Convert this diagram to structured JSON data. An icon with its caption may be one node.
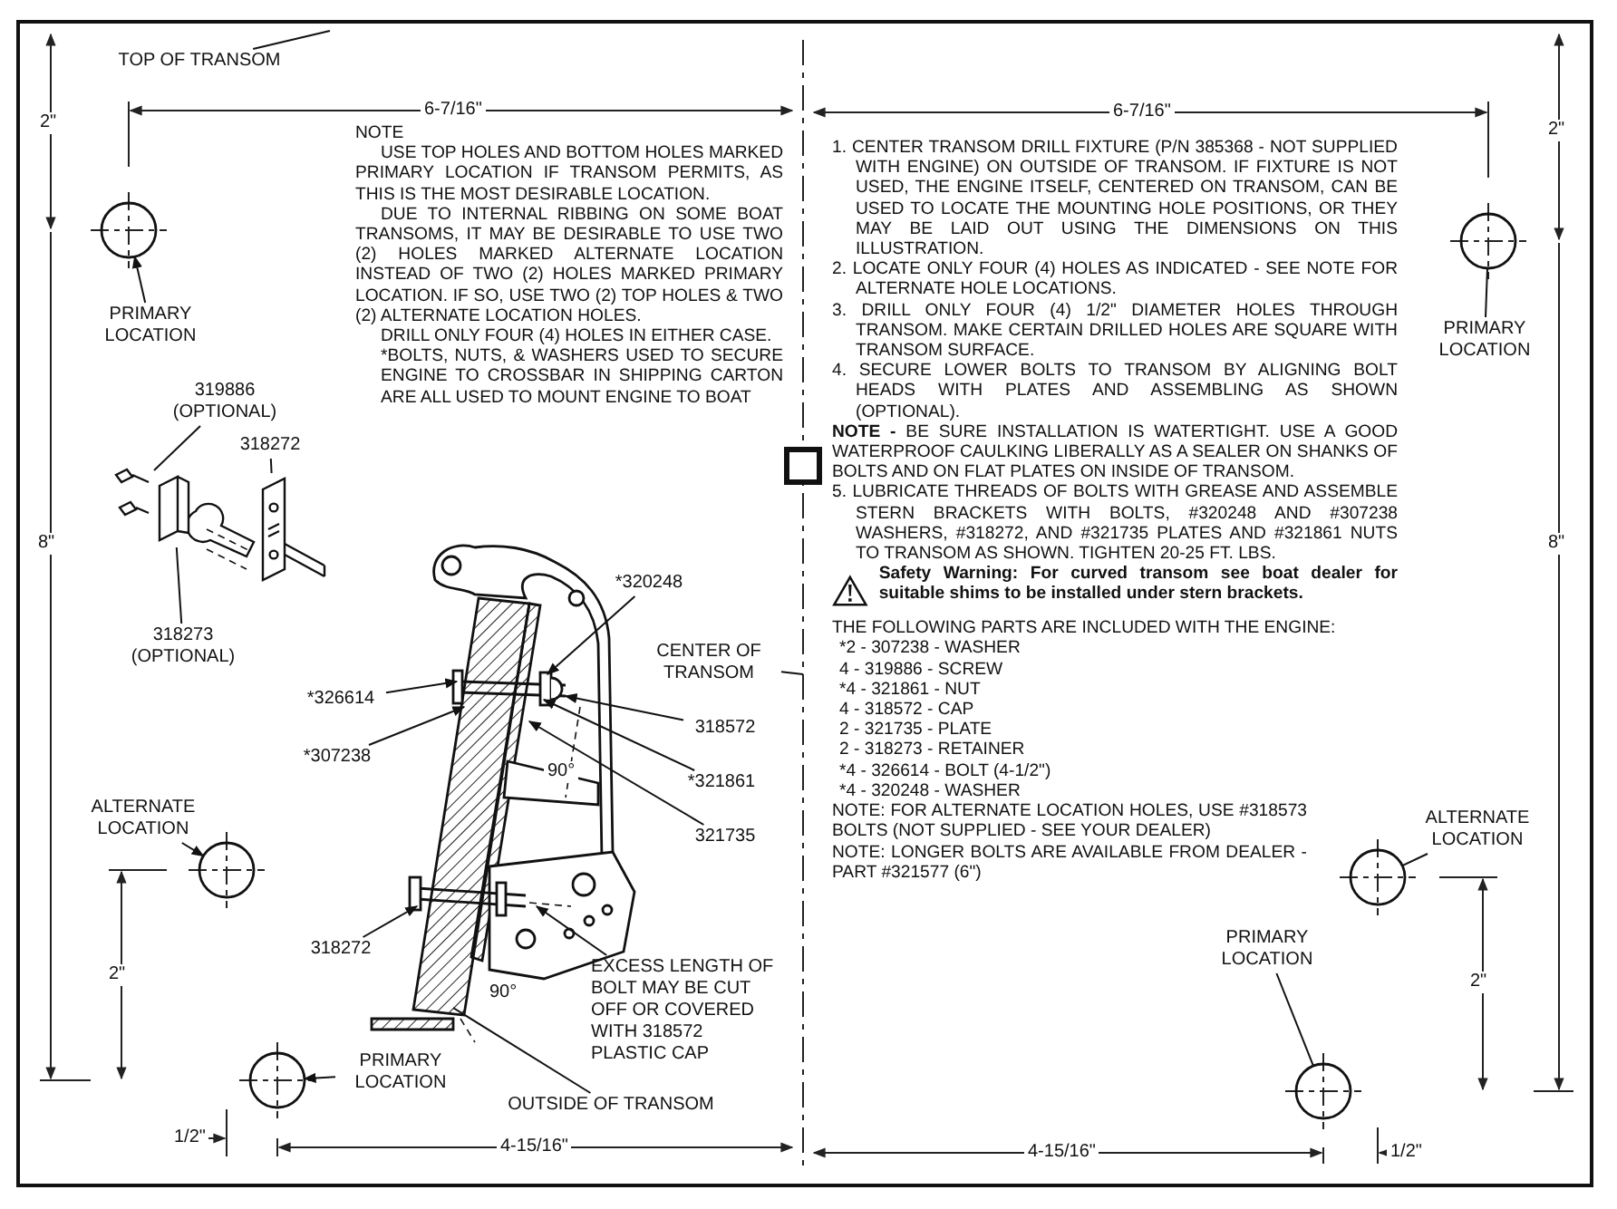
{
  "diagram": {
    "nodes": [
      {
        "text": [
          "TOP OF TRANSOM"
        ]
      },
      {
        "text": [],
        "shape": "circle"
      },
      {
        "text": [
          "PRIMARY LOCATION"
        ]
      },
      {
        "text": [],
        "shape": "circle"
      },
      {
        "text": [
          "PRIMARY LOCATION"
        ]
      },
      {
        "text": [
          "319886 (OPTIONAL)"
        ]
      },
      {
        "text": [
          "318272"
        ]
      },
      {
        "text": [
          "318273 (OPTIONAL)"
        ]
      },
      {
        "text": [
          "*320248"
        ]
      },
      {
        "text": [
          "*326614"
        ]
      },
      {
        "text": [
          "*307238"
        ]
      },
      {
        "text": [
          "CENTER OF TRANSOM"
        ]
      },
      {
        "text": [
          "318572"
        ]
      },
      {
        "text": [
          "*321861"
        ]
      },
      {
        "text": [
          "321735"
        ]
      },
      {
        "text": [
          "ALTERNATE LOCATION"
        ]
      },
      {
        "text": [],
        "shape": "circle"
      },
      {
        "text": [
          "318272"
        ]
      },
      {
        "text": [
          "EXCESS LENGTH OF BOLT MAY BE CUT OFF OR COVERED WITH 318572 PLASTIC CAP"
        ]
      },
      {
        "text": [],
        "shape": "circle"
      },
      {
        "text": [
          "PRIMARY LOCATION"
        ]
      },
      {
        "text": [
          "OUTSIDE OF TRANSOM"
        ]
      },
      {
        "text": [
          "ALTERNATE LOCATION"
        ]
      },
      {
        "text": [],
        "shape": "circle"
      },
      {
        "text": [
          "PRIMARY LOCATION"
        ]
      },
      {
        "text": [],
        "shape": "circle"
      },
      {
        "text": [],
        "shape": "picture"
      },
      {
        "text": [],
        "shape": "picture"
      },
      {
        "text": [],
        "shape": "picture"
      }
    ],
    "edges": [
      {
        "from": 0,
        "to": null,
        "arrow": "none"
      },
      {
        "from": 2,
        "to": 1,
        "arrow": "to"
      },
      {
        "from": 4,
        "to": 3,
        "arrow": "none"
      },
      {
        "from": 5,
        "to": 26,
        "arrow": "none"
      },
      {
        "from": 6,
        "to": 28,
        "arrow": "none"
      },
      {
        "from": 7,
        "to": 27,
        "arrow": "none"
      },
      {
        "from": 8,
        "to": null,
        "arrow": "to"
      },
      {
        "from": 9,
        "to": null,
        "arrow": "to"
      },
      {
        "from": 10,
        "to": null,
        "arrow": "to"
      },
      {
        "from": 11,
        "to": null,
        "arrow": "none"
      },
      {
        "from": 12,
        "to": null,
        "arrow": "to"
      },
      {
        "from": 13,
        "to": null,
        "arrow": "to"
      },
      {
        "from": 14,
        "to": null,
        "arrow": "to"
      },
      {
        "from": 15,
        "to": 16,
        "arrow": "to"
      },
      {
        "from": 17,
        "to": null,
        "arrow": "to"
      },
      {
        "from": 18,
        "to": null,
        "arrow": "to"
      },
      {
        "from": 20,
        "to": 19,
        "arrow": "to"
      },
      {
        "from": 21,
        "to": null,
        "arrow": "none"
      },
      {
        "from": 22,
        "to": 23,
        "arrow": "none"
      },
      {
        "from": 24,
        "to": 25,
        "arrow": "none"
      }
    ],
    "labels": [
      "6-7/16\"",
      "6-7/16\"",
      "2\"",
      "NOTE",
      "2\"",
      "USE TOP HOLES AND BOTTOM HOLES MARKED PRIMARY LOCATION IF TRANSOM PERMITS, AS THIS IS THE MOST DESIRABLE LOCATION.",
      "DUE TO INTERNAL RIBBING ON SOME BOAT TRANSOMS, IT MAY BE DESIRABLE TO USE TWO (2) HOLES MARKED ALTERNATE LOCATION INSTEAD OF TWO (2) HOLES MARKED PRIMARY LOCATION. IF SO, USE TWO (2) TOP HOLES & TWO (2) ALTERNATE LOCATION HOLES.",
      "DRILL ONLY FOUR (4) HOLES IN EITHER CASE.",
      "*BOLTS, NUTS, & WASHERS USED TO SECURE ENGINE TO CROSSBAR IN SHIPPING CARTON ARE ALL USED TO MOUNT ENGINE TO BOAT",
      "1. CENTER TRANSOM DRILL FIXTURE (P/N 385368 - NOT SUPPLIED WITH ENGINE) ON OUTSIDE OF TRANSOM. IF FIXTURE IS NOT USED, THE ENGINE ITSELF, CENTERED ON TRANSOM, CAN BE USED TO LOCATE THE MOUNTING HOLE POSITIONS, OR THEY MAY BE LAID OUT USING THE DIMENSIONS ON THIS ILLUSTRATION.",
      "2. LOCATE ONLY FOUR (4) HOLES AS INDICATED - SEE NOTE FOR ALTERNATE HOLE LOCATIONS.",
      "3. DRILL ONLY FOUR (4) 1/2\" DIAMETER HOLES THROUGH TRANSOM. MAKE CERTAIN DRILLED HOLES ARE SQUARE WITH TRANSOM SURFACE.",
      "4. SECURE LOWER BOLTS TO TRANSOM BY ALIGNING BOLT HEADS WITH PLATES AND ASSEMBLING AS SHOWN (OPTIONAL).",
      "**NOTE -** BE SURE INSTALLATION IS WATERTIGHT. USE A GOOD WATERPROOF CAULKING LIBERALLY AS A SEALER ON SHANKS OF BOLTS AND ON FLAT PLATES ON INSIDE OF TRANSOM.",
      "5. LUBRICATE THREADS OF BOLTS WITH GREASE AND ASSEMBLE STERN BRACKETS WITH BOLTS, #320248 AND #307238 WASHERS, #318272, AND #321735 PLATES AND #321861 NUTS TO TRANSOM AS SHOWN. TIGHTEN 20-25 FT. LBS.",
      "Safety Warning: For curved transom see boat dealer for suitable shims to be installed under stern brackets.",
      "THE FOLLOWING PARTS ARE INCLUDED WITH THE ENGINE:",
      "*2 - 307238 - WASHER",
      "4 - 319886 - SCREW",
      "*4 - 321861 - NUT",
      "4 - 318572 - CAP",
      "2 - 321735 - PLATE",
      "2 - 318273 - RETAINER",
      "*4 - 326614 - BOLT (4-1/2\")",
      "*4 - 320248 - WASHER",
      "NOTE: FOR ALTERNATE LOCATION HOLES, USE #318573 BOLTS (NOT SUPPLIED - SEE YOUR DEALER)",
      "NOTE: LONGER BOLTS ARE AVAILABLE FROM DEALER - PART #321577 (6\")",
      "8\"",
      "8\"",
      "90°",
      "2\"",
      "90°",
      "2\"",
      "1/2\"",
      "4-15/16\"",
      "4-15/16\"",
      "1/2\""
    ]
  }
}
